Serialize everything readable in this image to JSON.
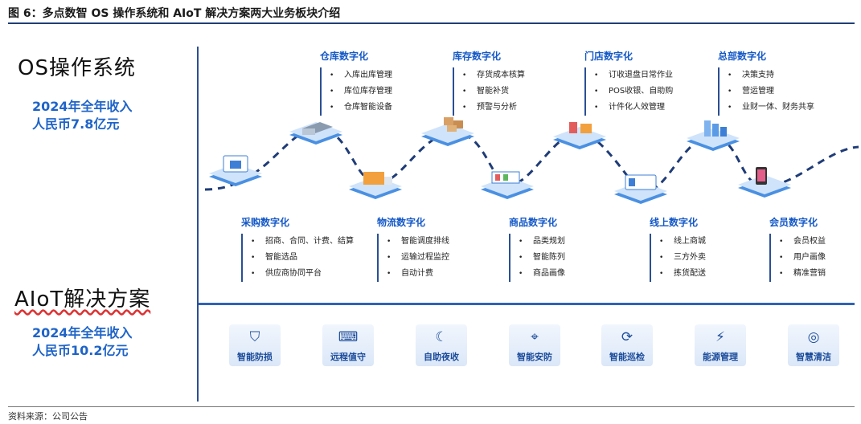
{
  "figure_title": "图 6：多点数智 OS 操作系统和 AIoT 解决方案两大业务板块介绍",
  "os_section": {
    "title": "OS操作系统",
    "revenue_line1": "2024年全年收入",
    "revenue_line2": "人民币7.8亿元"
  },
  "aiot_section": {
    "title": "AIoT解决方案",
    "revenue_line1": "2024年全年收入",
    "revenue_line2": "人民币10.2亿元"
  },
  "top_cards": [
    {
      "title": "仓库数字化",
      "items": [
        "入库出库管理",
        "库位库存管理",
        "仓库智能设备"
      ]
    },
    {
      "title": "库存数字化",
      "items": [
        "存货成本核算",
        "智能补货",
        "预警与分析"
      ]
    },
    {
      "title": "门店数字化",
      "items": [
        "订收退盘日常作业",
        "POS收银、自助购",
        "计件化人效管理"
      ]
    },
    {
      "title": "总部数字化",
      "items": [
        "决策支持",
        "营运管理",
        "业财一体、财务共享"
      ]
    }
  ],
  "bottom_cards": [
    {
      "title": "采购数字化",
      "items": [
        "招商、合同、计费、结算",
        "智能选品",
        "供应商协同平台"
      ]
    },
    {
      "title": "物流数字化",
      "items": [
        "智能调度排线",
        "运输过程监控",
        "自动计费"
      ]
    },
    {
      "title": "商品数字化",
      "items": [
        "品类规划",
        "智能陈列",
        "商品画像"
      ]
    },
    {
      "title": "线上数字化",
      "items": [
        "线上商城",
        "三方外卖",
        "拣货配送"
      ]
    },
    {
      "title": "会员数字化",
      "items": [
        "会员权益",
        "用户画像",
        "精准营销"
      ]
    }
  ],
  "bullet": "•",
  "aiot_items": [
    {
      "label": "智能防损",
      "icon": "shield-ai-icon"
    },
    {
      "label": "远程值守",
      "icon": "remote-guard-icon"
    },
    {
      "label": "自助夜收",
      "icon": "night-checkout-icon"
    },
    {
      "label": "智能安防",
      "icon": "security-icon"
    },
    {
      "label": "智能巡检",
      "icon": "inspection-icon"
    },
    {
      "label": "能源管理",
      "icon": "energy-icon"
    },
    {
      "label": "智慧清洁",
      "icon": "cleaning-icon"
    }
  ],
  "colors": {
    "accent": "#1559c7",
    "divider": "#2a4f95",
    "path": "#1f3c78",
    "platform": "#4a90e2"
  },
  "source": "资料来源：公司公告"
}
